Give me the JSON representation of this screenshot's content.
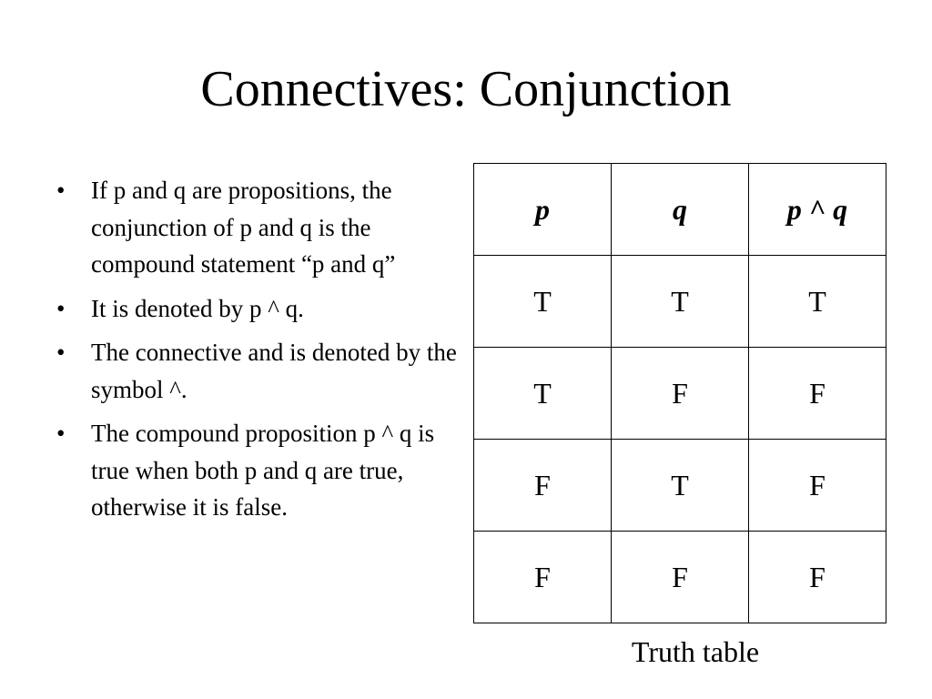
{
  "title": "Connectives: Conjunction",
  "bullet_symbol": "•",
  "bullets": [
    "If p and q are propositions, the conjunction of p and q is the compound statement “p and q”",
    "It is denoted by p ^ q.",
    "The connective and is denoted by the symbol ^.",
    "The compound proposition p ^ q is true when both p and q are true, otherwise it is false."
  ],
  "truth_table": {
    "headers": [
      "p",
      "q",
      "p ^ q"
    ],
    "rows": [
      [
        "T",
        "T",
        "T"
      ],
      [
        "T",
        "F",
        "F"
      ],
      [
        "F",
        "T",
        "F"
      ],
      [
        "F",
        "F",
        "F"
      ]
    ],
    "caption": "Truth table"
  }
}
